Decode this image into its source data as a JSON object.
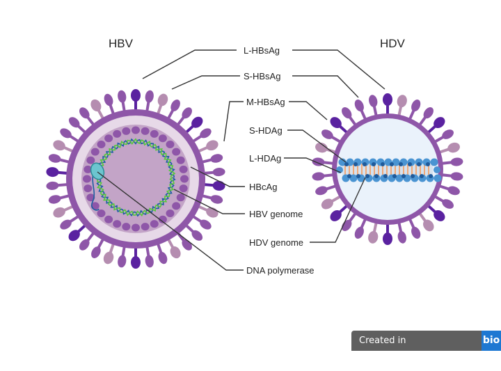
{
  "titles": {
    "left": "HBV",
    "right": "HDV"
  },
  "labels": {
    "l_hbsag": "L-HBsAg",
    "s_hbsag": "S-HBsAg",
    "m_hbsag": "M-HBsAg",
    "s_hdag": "S-HDAg",
    "l_hdag": "L-HDAg",
    "hbcag": "HBcAg",
    "hbv_genome": "HBV genome",
    "hdv_genome": "HDV genome",
    "dna_polymerase": "DNA polymerase"
  },
  "badge": {
    "prefix": "Created in ",
    "brand": "BioRender.com",
    "logo": "bio"
  },
  "colors": {
    "envelope": "#8e56a8",
    "spike": "#8e56a8",
    "spike_l": "#5a22a0",
    "spike_m": "#b58db0",
    "capsid": "#c3a4c7",
    "hdv_core": "#eaf2fb",
    "hdag": "#4a94d2",
    "polymerase": "#6cc5cf"
  }
}
